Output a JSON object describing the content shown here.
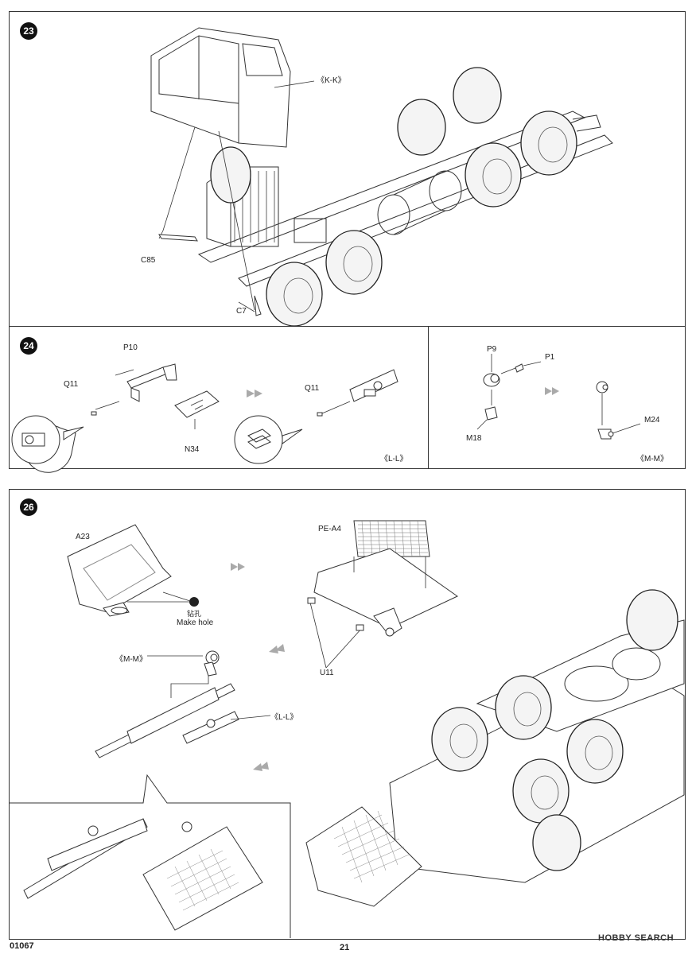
{
  "steps": {
    "s23": {
      "number": "23",
      "labels": {
        "kk": "《K-K》",
        "c85": "C85",
        "c7": "C7"
      }
    },
    "s24": {
      "number": "24",
      "labels": {
        "p10": "P10",
        "q11a": "Q11",
        "n34": "N34",
        "q11b": "Q11",
        "ll": "《L-L》",
        "p9": "P9",
        "p1": "P1",
        "m18": "M18",
        "m24": "M24",
        "mm": "《M-M》"
      }
    },
    "s26": {
      "number": "26",
      "labels": {
        "a23": "A23",
        "drill_cn": "钻孔",
        "make_hole": "Make hole",
        "pe_a4": "PE-A4",
        "u11": "U11",
        "mm": "《M-M》",
        "ll": "《L-L》"
      }
    }
  },
  "footer": {
    "kit_number": "01067",
    "page_number": "21"
  },
  "watermark": {
    "text": "HOBBY SEARCH"
  },
  "colors": {
    "line": "#333333",
    "light": "#888888",
    "arrow": "#999999"
  }
}
